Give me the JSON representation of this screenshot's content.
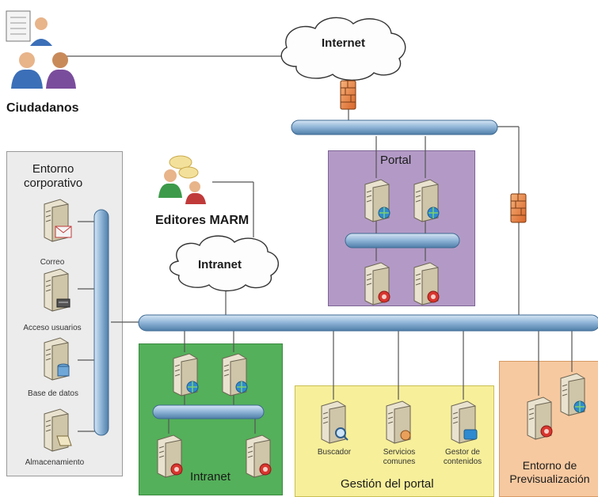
{
  "users": {
    "label": "Ciudadanos"
  },
  "editors": {
    "label": "Editores MARM"
  },
  "clouds": {
    "internet": "Internet",
    "intranet": "Intranet"
  },
  "corporate": {
    "title": "Entorno\ncorporativo",
    "items": [
      "Correo",
      "Acceso usuarios",
      "Base de datos",
      "Almacenamiento"
    ]
  },
  "portal": {
    "title": "Portal"
  },
  "intranet_zone": {
    "title": "Intranet"
  },
  "gestion": {
    "title": "Gestión del portal",
    "items": [
      "Buscador",
      "Servicios\ncomunes",
      "Gestor de\ncontenidos"
    ]
  },
  "preview": {
    "title": "Entorno de\nPrevisualización"
  },
  "colors": {
    "corporate_bg": "#ececec",
    "portal_bg": "#b39ac6",
    "intranet_bg": "#54b05a",
    "gestion_bg": "#f7ef9a",
    "preview_bg": "#f7c9a0",
    "bus": "#8db3d6",
    "firewall": "#e8833a"
  }
}
